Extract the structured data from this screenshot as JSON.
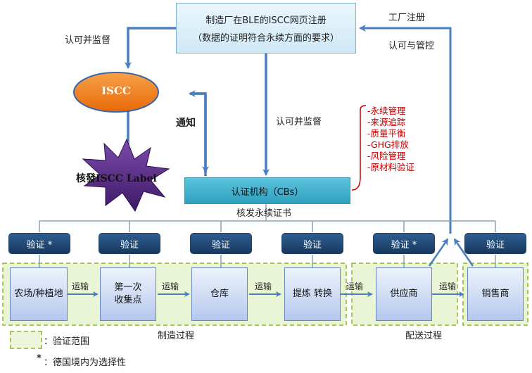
{
  "top_box": {
    "line1": "制造厂在BLE的ISCC网页注册",
    "line2": "（数据的证明符合永续方面的要求）"
  },
  "labels": {
    "recognize_supervise_left": "认可并监督",
    "factory_register": "工厂注册",
    "recognize_control": "认可与管控",
    "notify": "通知",
    "recognize_supervise_mid": "认可并监督",
    "issue_cert": "核发永续证书",
    "manufacturing_process": "制造过程",
    "distribution_process": "配送过程"
  },
  "iscc": {
    "label": "ISCC",
    "issue_label": "核發ISCC Label"
  },
  "cb_box": {
    "label": "认证机构（CBs）"
  },
  "requirements": [
    "-永续管理",
    "-来源追踪",
    "-质量平衡",
    "-GHG排放",
    "-风险管理",
    "-原材料验证"
  ],
  "verify_boxes": [
    "验证 *",
    "验证",
    "验证",
    "验证",
    "验证 *",
    "验证"
  ],
  "process_boxes": [
    "农场/种植地",
    "第一次\n收集点",
    "仓库",
    "提炼 转换",
    "供应商",
    "销售商"
  ],
  "transport_labels": [
    "运输",
    "运输",
    "运输",
    "运输",
    "运输"
  ],
  "legend": {
    "scope": "：验证范围",
    "note_marker": "*",
    "note": "：德国境内为选择性"
  },
  "colors": {
    "arrow": "#4a7fbf",
    "iscc_fill": "#f07c16",
    "star_fill": "#5b2a86",
    "requirement_text": "#c00000"
  }
}
